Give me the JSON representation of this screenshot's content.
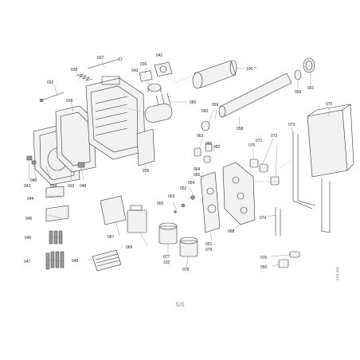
{
  "labels": {
    "l032": "032",
    "l036": "036",
    "l037": "037",
    "l038": "038",
    "l039": "039",
    "l040": "040",
    "l041": "041",
    "l042": "042",
    "l043": "043",
    "l034": "034",
    "l033": "033",
    "l048": "048",
    "l035": "035",
    "l080": "080",
    "l100": "100",
    "l100sup": "*6",
    "l060": "060",
    "l059": "059",
    "l061": "061",
    "l058": "058",
    "l070": "070",
    "l073": "073",
    "l063": "063",
    "l065": "065",
    "l062": "062",
    "l075": "075",
    "l071": "071",
    "l072": "072",
    "l064": "064",
    "l066": "066",
    "l054": "054",
    "l052": "052",
    "l053": "053",
    "l055": "055",
    "l044": "044",
    "l045": "045",
    "l046": "046",
    "l047": "047",
    "l049": "049",
    "l067": "067",
    "l069": "069",
    "l051": "051",
    "l079": "079",
    "l068": "068",
    "l074": "074",
    "l077": "077",
    "l102": "102",
    "l078": "078",
    "l076": "076",
    "l050": "050"
  },
  "page_number": "6/6",
  "doc_code": "5751 998"
}
